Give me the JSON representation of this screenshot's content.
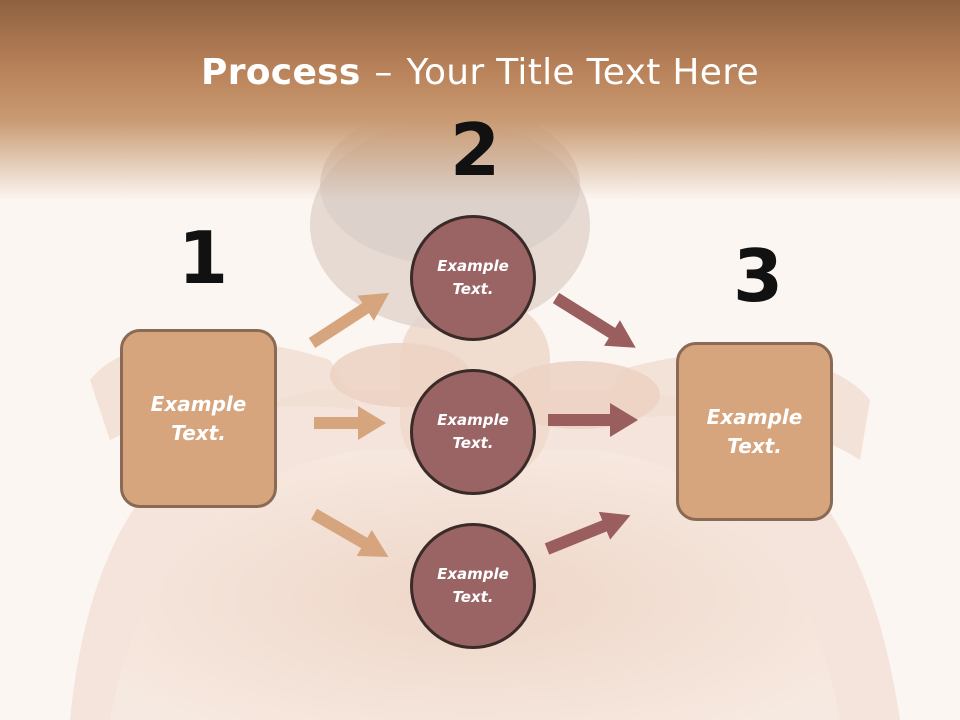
{
  "slide": {
    "title_bold": "Process",
    "title_separator": "–",
    "title_rest": "Your Title Text Here",
    "colors": {
      "header": "#b9825a",
      "box_fill": "#d6a57e",
      "circle_fill": "#9a6464",
      "left_arrow": "#d6a57e",
      "right_arrow": "#9a5e5e"
    }
  },
  "steps": [
    {
      "number": "1",
      "text": "Example\nText."
    },
    {
      "number": "2",
      "items": [
        "Example\nText.",
        "Example\nText.",
        "Example\nText."
      ]
    },
    {
      "number": "3",
      "text": "Example\nText."
    }
  ],
  "background": {
    "icon": "person-neck-pain-photo"
  }
}
